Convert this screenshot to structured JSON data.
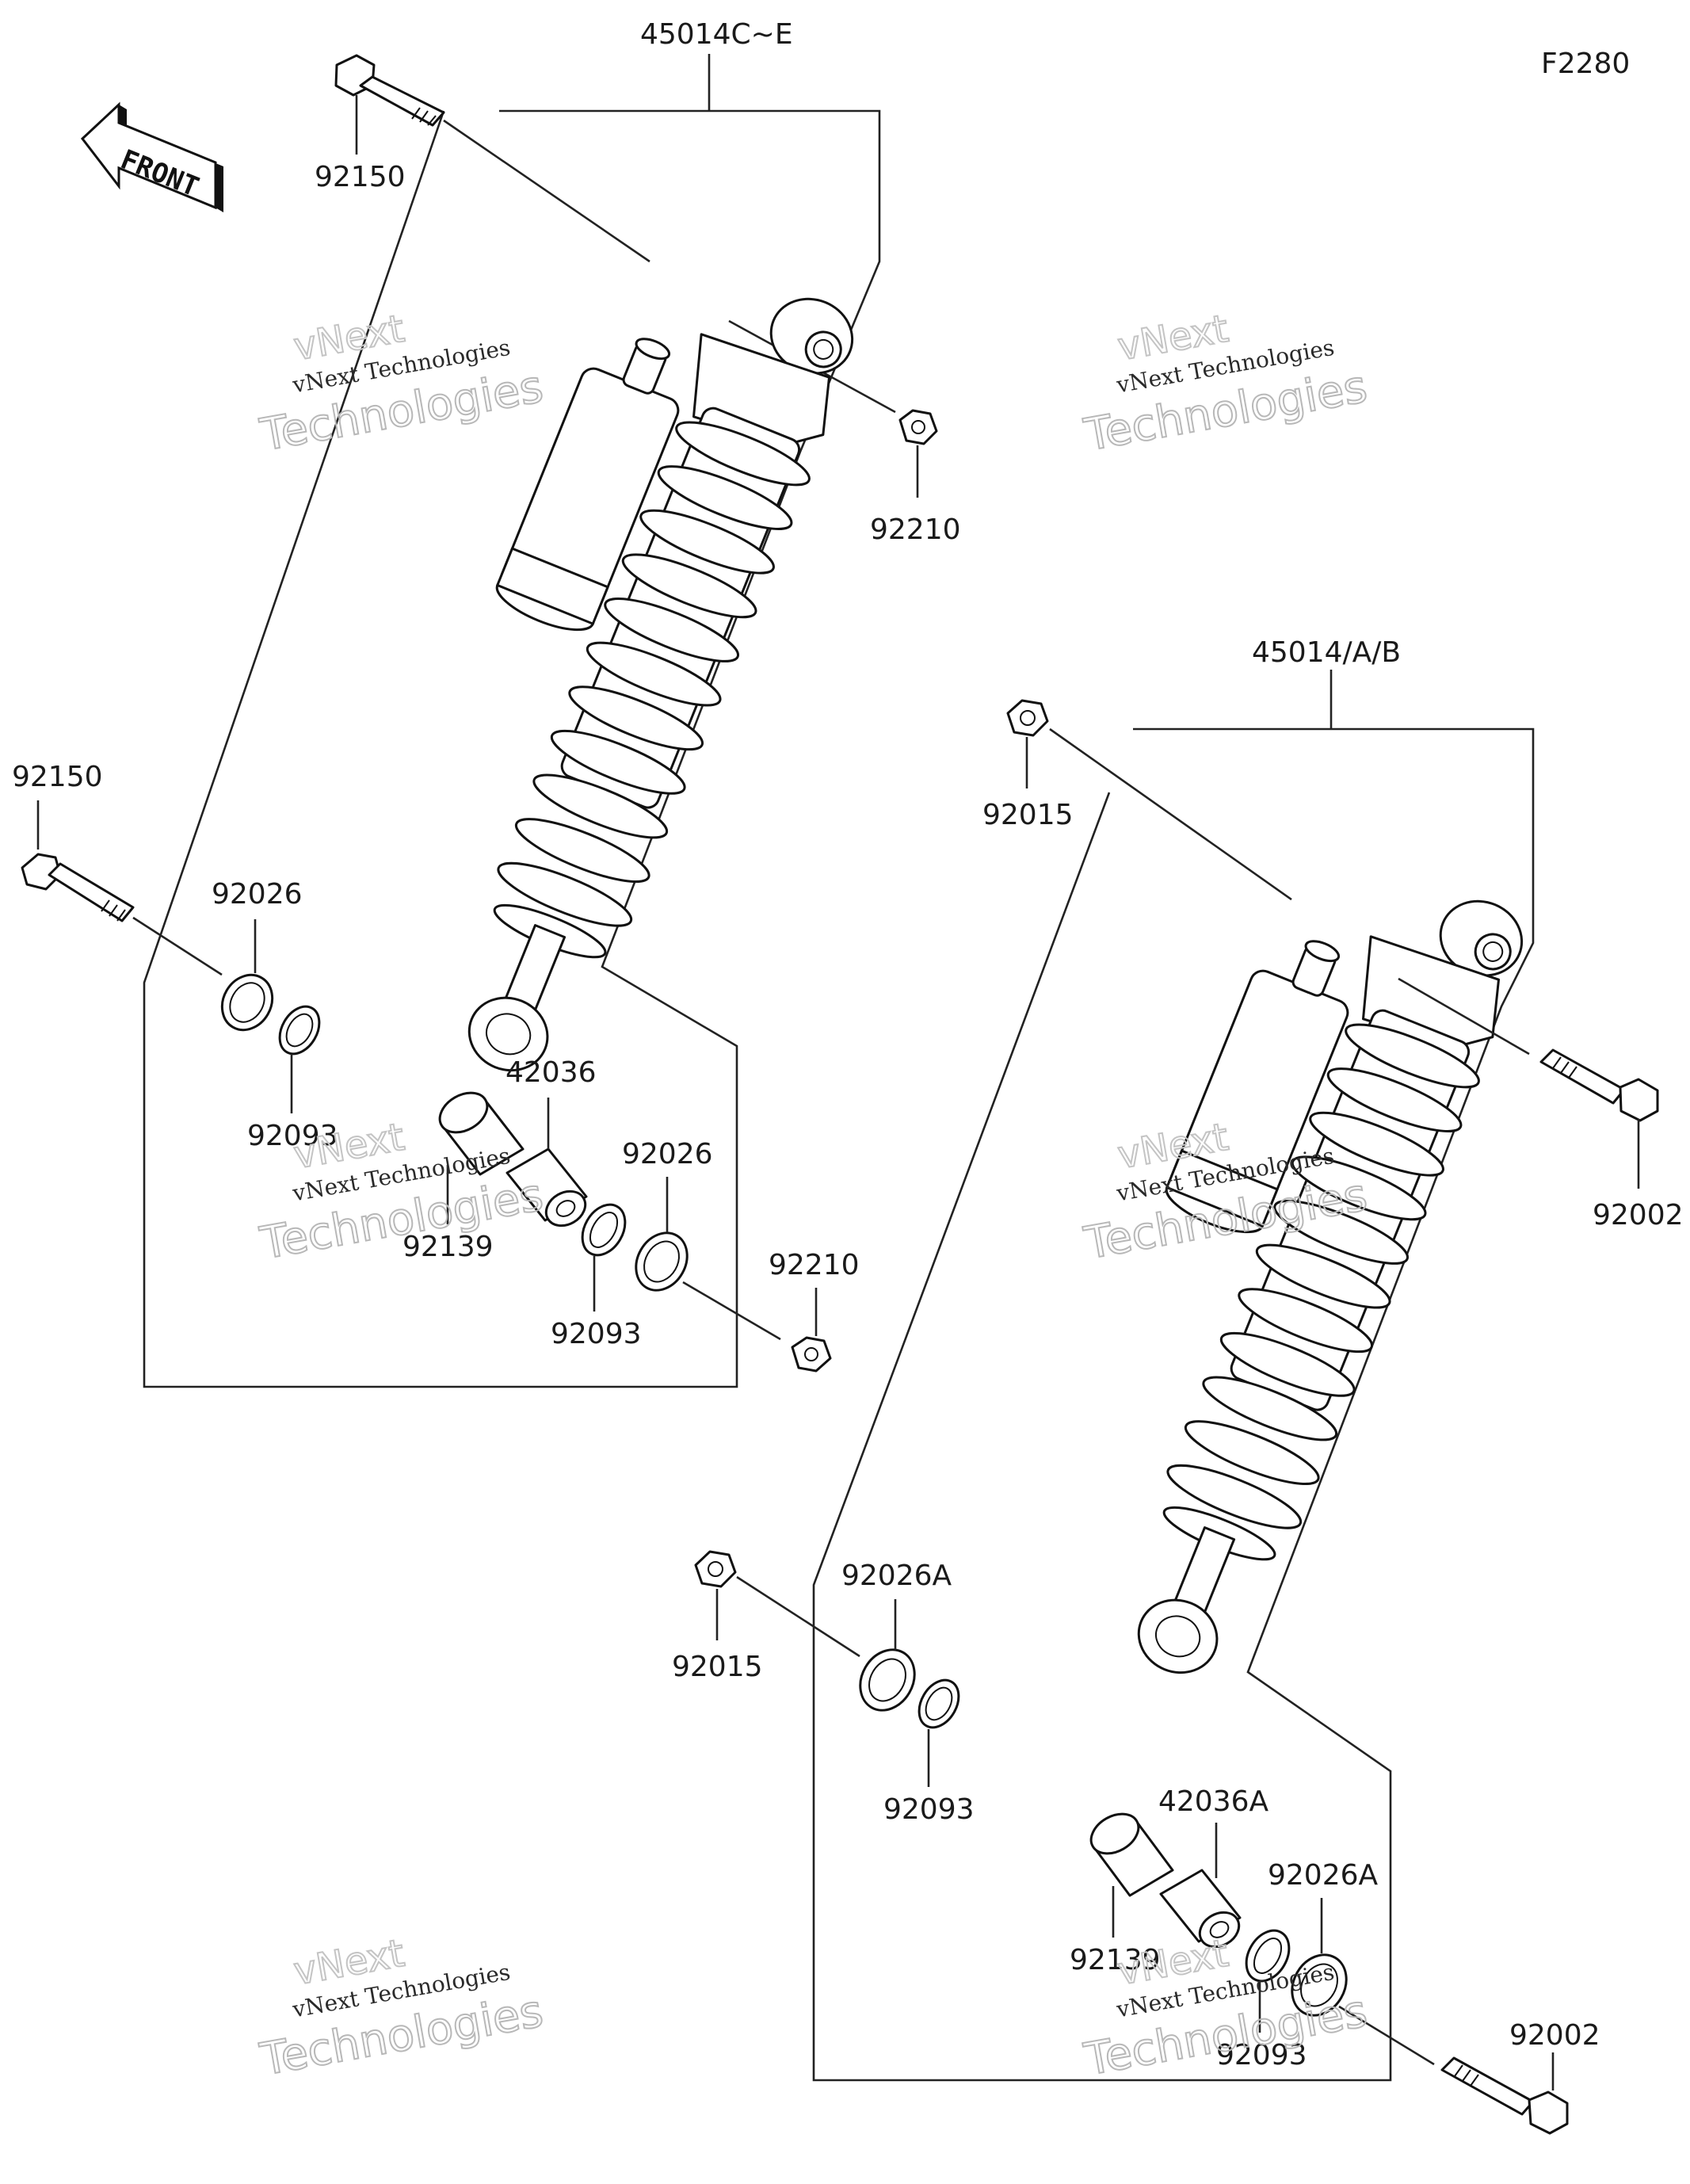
{
  "diagram_code": "F2280",
  "front_label": "FRONT",
  "assemblies": [
    {
      "id": "upper",
      "part_number": "45014C~E"
    },
    {
      "id": "lower",
      "part_number": "45014/A/B"
    }
  ],
  "callouts": {
    "c1": "92150",
    "c2": "92210",
    "c3": "92150",
    "c4": "92026",
    "c5": "92093",
    "c6": "42036",
    "c7": "92139",
    "c8": "92026",
    "c9": "92093",
    "c10": "92210",
    "c11": "92015",
    "c12": "92002",
    "c13": "92015",
    "c14": "92026A",
    "c15": "92093",
    "c16": "42036A",
    "c17": "92139",
    "c18": "92026A",
    "c19": "92093",
    "c20": "92002"
  },
  "watermark": {
    "line1": "vNext",
    "line2": "vNext Technologies",
    "line3": "Technologies"
  }
}
